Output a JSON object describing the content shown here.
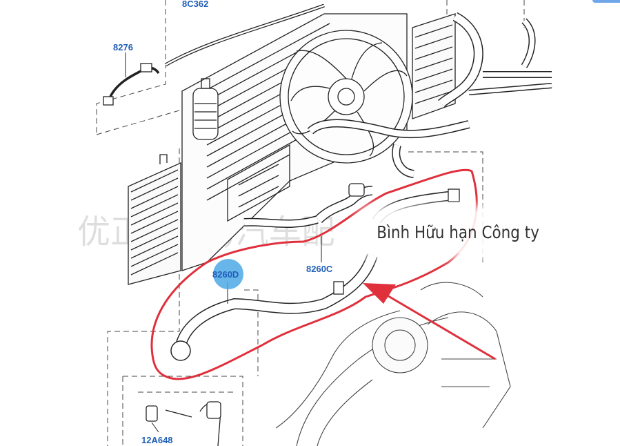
{
  "diagram": {
    "part_labels": {
      "p8C362": "8C362",
      "p8276": "8276",
      "p8260C": "8260C",
      "p8260D": "8260D",
      "p12A648": "12A648"
    },
    "watermark": "优正(广州)汽车配",
    "caption": "Bình Hữu hạn Công ty",
    "colors": {
      "highlight_outline": "#e0303c",
      "arrow": "#e0303c",
      "label_text": "#1f5fb8",
      "label_highlight": "#4ea8e6",
      "line_art": "#222222"
    }
  }
}
